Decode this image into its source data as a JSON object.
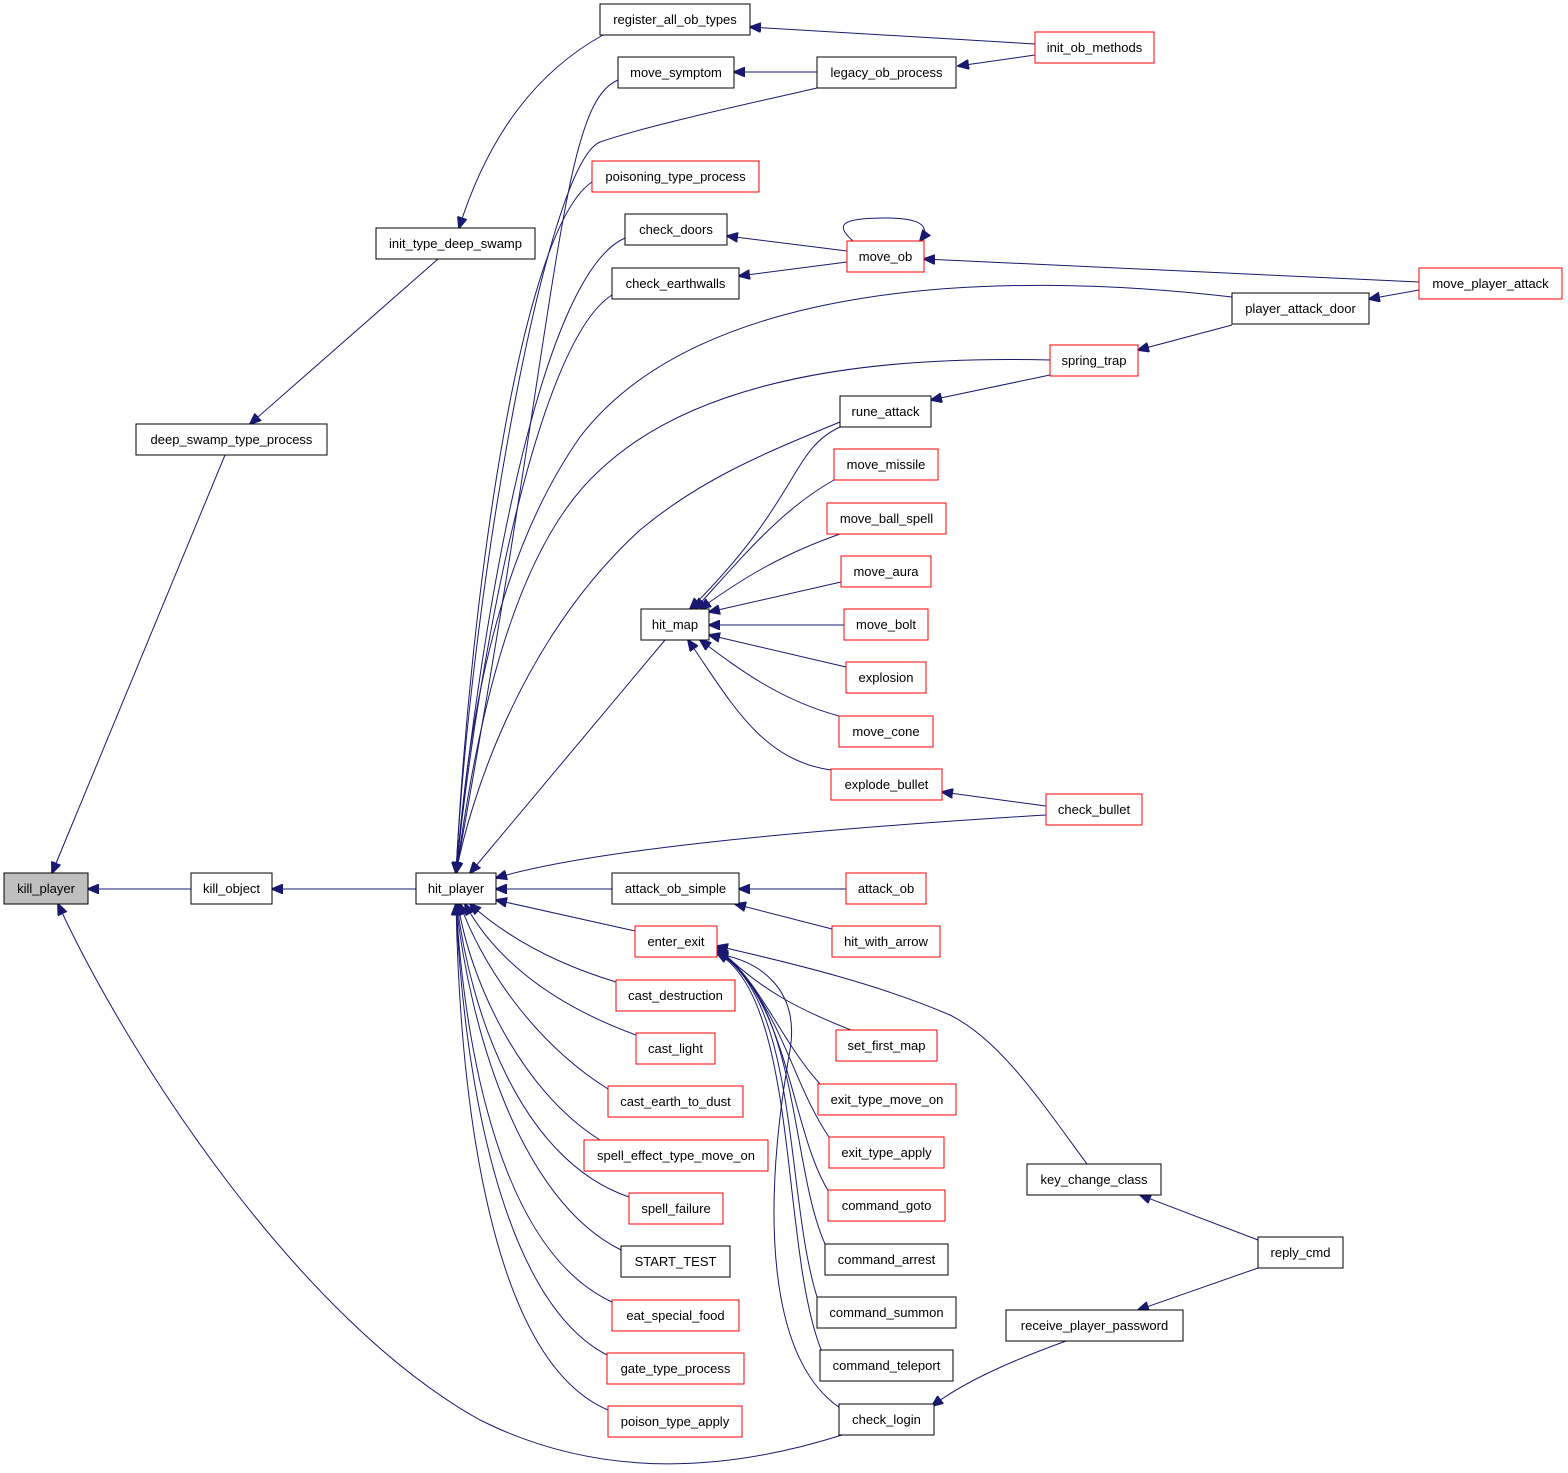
{
  "colors": {
    "edge": "#191970",
    "border_link": "#000000",
    "border_truncated": "#ff0000",
    "focus_fill": "#bfbfbf",
    "fill": "#ffffff"
  },
  "nodes": [
    {
      "id": "kill_player",
      "label": "kill_player",
      "style": "focus"
    },
    {
      "id": "kill_object",
      "label": "kill_object",
      "style": "normal"
    },
    {
      "id": "deep_swamp_type_process",
      "label": "deep_swamp_type_process",
      "style": "normal"
    },
    {
      "id": "init_type_deep_swamp",
      "label": "init_type_deep_swamp",
      "style": "normal"
    },
    {
      "id": "register_all_ob_types",
      "label": "register_all_ob_types",
      "style": "normal"
    },
    {
      "id": "init_ob_methods",
      "label": "init_ob_methods",
      "style": "truncated"
    },
    {
      "id": "hit_player",
      "label": "hit_player",
      "style": "normal"
    },
    {
      "id": "move_symptom",
      "label": "move_symptom",
      "style": "normal"
    },
    {
      "id": "legacy_ob_process",
      "label": "legacy_ob_process",
      "style": "normal"
    },
    {
      "id": "poisoning_type_process",
      "label": "poisoning_type_process",
      "style": "truncated"
    },
    {
      "id": "check_doors",
      "label": "check_doors",
      "style": "normal"
    },
    {
      "id": "move_ob",
      "label": "move_ob",
      "style": "truncated"
    },
    {
      "id": "check_earthwalls",
      "label": "check_earthwalls",
      "style": "normal"
    },
    {
      "id": "move_player_attack",
      "label": "move_player_attack",
      "style": "truncated"
    },
    {
      "id": "player_attack_door",
      "label": "player_attack_door",
      "style": "normal"
    },
    {
      "id": "spring_trap",
      "label": "spring_trap",
      "style": "truncated"
    },
    {
      "id": "rune_attack",
      "label": "rune_attack",
      "style": "normal"
    },
    {
      "id": "move_missile",
      "label": "move_missile",
      "style": "truncated"
    },
    {
      "id": "move_ball_spell",
      "label": "move_ball_spell",
      "style": "truncated"
    },
    {
      "id": "move_aura",
      "label": "move_aura",
      "style": "truncated"
    },
    {
      "id": "hit_map",
      "label": "hit_map",
      "style": "normal"
    },
    {
      "id": "move_bolt",
      "label": "move_bolt",
      "style": "truncated"
    },
    {
      "id": "explosion",
      "label": "explosion",
      "style": "truncated"
    },
    {
      "id": "move_cone",
      "label": "move_cone",
      "style": "truncated"
    },
    {
      "id": "explode_bullet",
      "label": "explode_bullet",
      "style": "truncated"
    },
    {
      "id": "check_bullet",
      "label": "check_bullet",
      "style": "truncated"
    },
    {
      "id": "attack_ob_simple",
      "label": "attack_ob_simple",
      "style": "normal"
    },
    {
      "id": "attack_ob",
      "label": "attack_ob",
      "style": "truncated"
    },
    {
      "id": "enter_exit",
      "label": "enter_exit",
      "style": "truncated"
    },
    {
      "id": "hit_with_arrow",
      "label": "hit_with_arrow",
      "style": "truncated"
    },
    {
      "id": "cast_destruction",
      "label": "cast_destruction",
      "style": "truncated"
    },
    {
      "id": "set_first_map",
      "label": "set_first_map",
      "style": "truncated"
    },
    {
      "id": "cast_light",
      "label": "cast_light",
      "style": "truncated"
    },
    {
      "id": "exit_type_move_on",
      "label": "exit_type_move_on",
      "style": "truncated"
    },
    {
      "id": "cast_earth_to_dust",
      "label": "cast_earth_to_dust",
      "style": "truncated"
    },
    {
      "id": "exit_type_apply",
      "label": "exit_type_apply",
      "style": "truncated"
    },
    {
      "id": "spell_effect_type_move_on",
      "label": "spell_effect_type_move_on",
      "style": "truncated"
    },
    {
      "id": "key_change_class",
      "label": "key_change_class",
      "style": "normal"
    },
    {
      "id": "command_goto",
      "label": "command_goto",
      "style": "truncated"
    },
    {
      "id": "spell_failure",
      "label": "spell_failure",
      "style": "truncated"
    },
    {
      "id": "reply_cmd",
      "label": "reply_cmd",
      "style": "normal"
    },
    {
      "id": "START_TEST",
      "label": "START_TEST",
      "style": "normal"
    },
    {
      "id": "command_arrest",
      "label": "command_arrest",
      "style": "normal"
    },
    {
      "id": "eat_special_food",
      "label": "eat_special_food",
      "style": "truncated"
    },
    {
      "id": "command_summon",
      "label": "command_summon",
      "style": "normal"
    },
    {
      "id": "receive_player_password",
      "label": "receive_player_password",
      "style": "normal"
    },
    {
      "id": "command_teleport",
      "label": "command_teleport",
      "style": "normal"
    },
    {
      "id": "gate_type_process",
      "label": "gate_type_process",
      "style": "truncated"
    },
    {
      "id": "check_login",
      "label": "check_login",
      "style": "normal"
    },
    {
      "id": "poison_type_apply",
      "label": "poison_type_apply",
      "style": "truncated"
    }
  ],
  "edges": [
    {
      "from": "kill_object",
      "to": "kill_player"
    },
    {
      "from": "deep_swamp_type_process",
      "to": "kill_player"
    },
    {
      "from": "check_login",
      "to": "kill_player"
    },
    {
      "from": "init_type_deep_swamp",
      "to": "deep_swamp_type_process"
    },
    {
      "from": "register_all_ob_types",
      "to": "init_type_deep_swamp"
    },
    {
      "from": "init_ob_methods",
      "to": "register_all_ob_types"
    },
    {
      "from": "hit_player",
      "to": "kill_object"
    },
    {
      "from": "move_symptom",
      "to": "hit_player"
    },
    {
      "from": "legacy_ob_process",
      "to": "hit_player"
    },
    {
      "from": "poisoning_type_process",
      "to": "hit_player"
    },
    {
      "from": "check_doors",
      "to": "hit_player"
    },
    {
      "from": "check_earthwalls",
      "to": "hit_player"
    },
    {
      "from": "player_attack_door",
      "to": "hit_player"
    },
    {
      "from": "spring_trap",
      "to": "hit_player"
    },
    {
      "from": "rune_attack",
      "to": "hit_player"
    },
    {
      "from": "hit_map",
      "to": "hit_player"
    },
    {
      "from": "check_bullet",
      "to": "hit_player"
    },
    {
      "from": "attack_ob_simple",
      "to": "hit_player"
    },
    {
      "from": "enter_exit",
      "to": "hit_player"
    },
    {
      "from": "cast_destruction",
      "to": "hit_player"
    },
    {
      "from": "cast_light",
      "to": "hit_player"
    },
    {
      "from": "cast_earth_to_dust",
      "to": "hit_player"
    },
    {
      "from": "spell_effect_type_move_on",
      "to": "hit_player"
    },
    {
      "from": "spell_failure",
      "to": "hit_player"
    },
    {
      "from": "START_TEST",
      "to": "hit_player"
    },
    {
      "from": "eat_special_food",
      "to": "hit_player"
    },
    {
      "from": "gate_type_process",
      "to": "hit_player"
    },
    {
      "from": "poison_type_apply",
      "to": "hit_player"
    },
    {
      "from": "legacy_ob_process",
      "to": "move_symptom"
    },
    {
      "from": "init_ob_methods",
      "to": "legacy_ob_process"
    },
    {
      "from": "move_ob",
      "to": "check_doors"
    },
    {
      "from": "move_ob",
      "to": "check_earthwalls"
    },
    {
      "from": "move_ob",
      "to": "move_ob"
    },
    {
      "from": "move_player_attack",
      "to": "move_ob"
    },
    {
      "from": "move_player_attack",
      "to": "player_attack_door"
    },
    {
      "from": "player_attack_door",
      "to": "spring_trap"
    },
    {
      "from": "spring_trap",
      "to": "rune_attack"
    },
    {
      "from": "rune_attack",
      "to": "hit_map"
    },
    {
      "from": "move_missile",
      "to": "hit_map"
    },
    {
      "from": "move_ball_spell",
      "to": "hit_map"
    },
    {
      "from": "move_aura",
      "to": "hit_map"
    },
    {
      "from": "move_bolt",
      "to": "hit_map"
    },
    {
      "from": "explosion",
      "to": "hit_map"
    },
    {
      "from": "move_cone",
      "to": "hit_map"
    },
    {
      "from": "explode_bullet",
      "to": "hit_map"
    },
    {
      "from": "check_bullet",
      "to": "explode_bullet"
    },
    {
      "from": "attack_ob",
      "to": "attack_ob_simple"
    },
    {
      "from": "hit_with_arrow",
      "to": "attack_ob_simple"
    },
    {
      "from": "key_change_class",
      "to": "enter_exit"
    },
    {
      "from": "set_first_map",
      "to": "enter_exit"
    },
    {
      "from": "exit_type_move_on",
      "to": "enter_exit"
    },
    {
      "from": "exit_type_apply",
      "to": "enter_exit"
    },
    {
      "from": "command_goto",
      "to": "enter_exit"
    },
    {
      "from": "command_arrest",
      "to": "enter_exit"
    },
    {
      "from": "command_summon",
      "to": "enter_exit"
    },
    {
      "from": "command_teleport",
      "to": "enter_exit"
    },
    {
      "from": "check_login",
      "to": "enter_exit"
    },
    {
      "from": "reply_cmd",
      "to": "key_change_class"
    },
    {
      "from": "reply_cmd",
      "to": "receive_player_password"
    },
    {
      "from": "receive_player_password",
      "to": "check_login"
    }
  ]
}
